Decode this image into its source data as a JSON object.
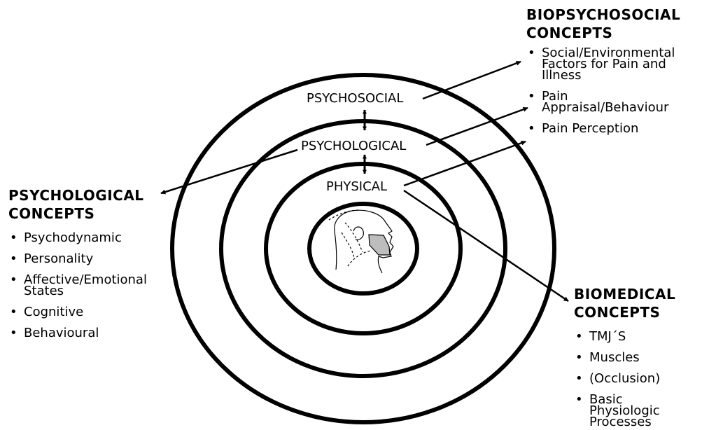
{
  "rings": {
    "outer_label": "PSYCHOSOCIAL",
    "middle_label": "PSYCHOLOGICAL",
    "inner_label": "PHYSICAL"
  },
  "biopsychosocial": {
    "title_line1": "BIOPSYCHOSOCIAL",
    "title_line2": "CONCEPTS",
    "items": [
      [
        "Social/Environmental",
        "Factors for Pain and",
        "Illness"
      ],
      [
        "Pain",
        "Appraisal/Behaviour"
      ],
      [
        "Pain Perception"
      ]
    ]
  },
  "psychological": {
    "title_line1": "PSYCHOLOGICAL",
    "title_line2": "CONCEPTS",
    "items": [
      [
        "Psychodynamic"
      ],
      [
        "Personality"
      ],
      [
        "Affective/Emotional",
        "States"
      ],
      [
        "Cognitive"
      ],
      [
        "Behavioural"
      ]
    ]
  },
  "biomedical": {
    "title_line1": "BIOMEDICAL",
    "title_line2": "CONCEPTS",
    "items": [
      [
        "TMJ´S"
      ],
      [
        "Muscles"
      ],
      [
        "(Occlusion)"
      ],
      [
        "Basic",
        "Physiologic",
        "Processes"
      ]
    ]
  }
}
